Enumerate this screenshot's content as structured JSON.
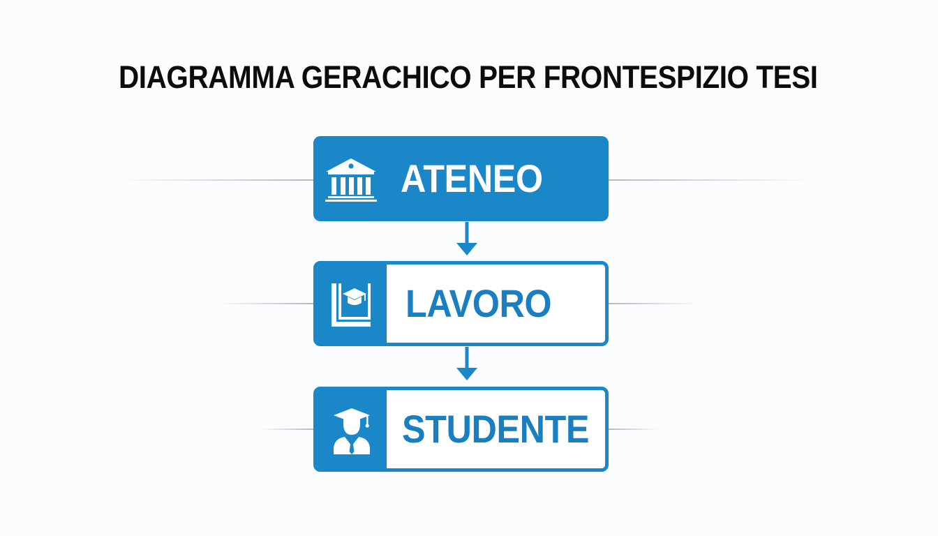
{
  "title": "DIAGRAMMA GERACHICO PER FRONTESPIZIO TESI",
  "colors": {
    "accent": "#1a87c9",
    "label_outline_text": "#1a7fc0",
    "title_text": "#0c0c0c",
    "background": "#fbfcfd",
    "guide_lines": "#b4b9bf"
  },
  "nodes": [
    {
      "label": "ATENEO",
      "icon": "university-building-icon",
      "style": "filled"
    },
    {
      "label": "LAVORO",
      "icon": "book-mortarboard-icon",
      "style": "outlined"
    },
    {
      "label": "STUDENTE",
      "icon": "graduate-student-icon",
      "style": "outlined"
    }
  ],
  "connectors": [
    {
      "from": "ATENEO",
      "to": "LAVORO",
      "icon": "arrow-down-icon"
    },
    {
      "from": "LAVORO",
      "to": "STUDENTE",
      "icon": "arrow-down-icon"
    }
  ]
}
